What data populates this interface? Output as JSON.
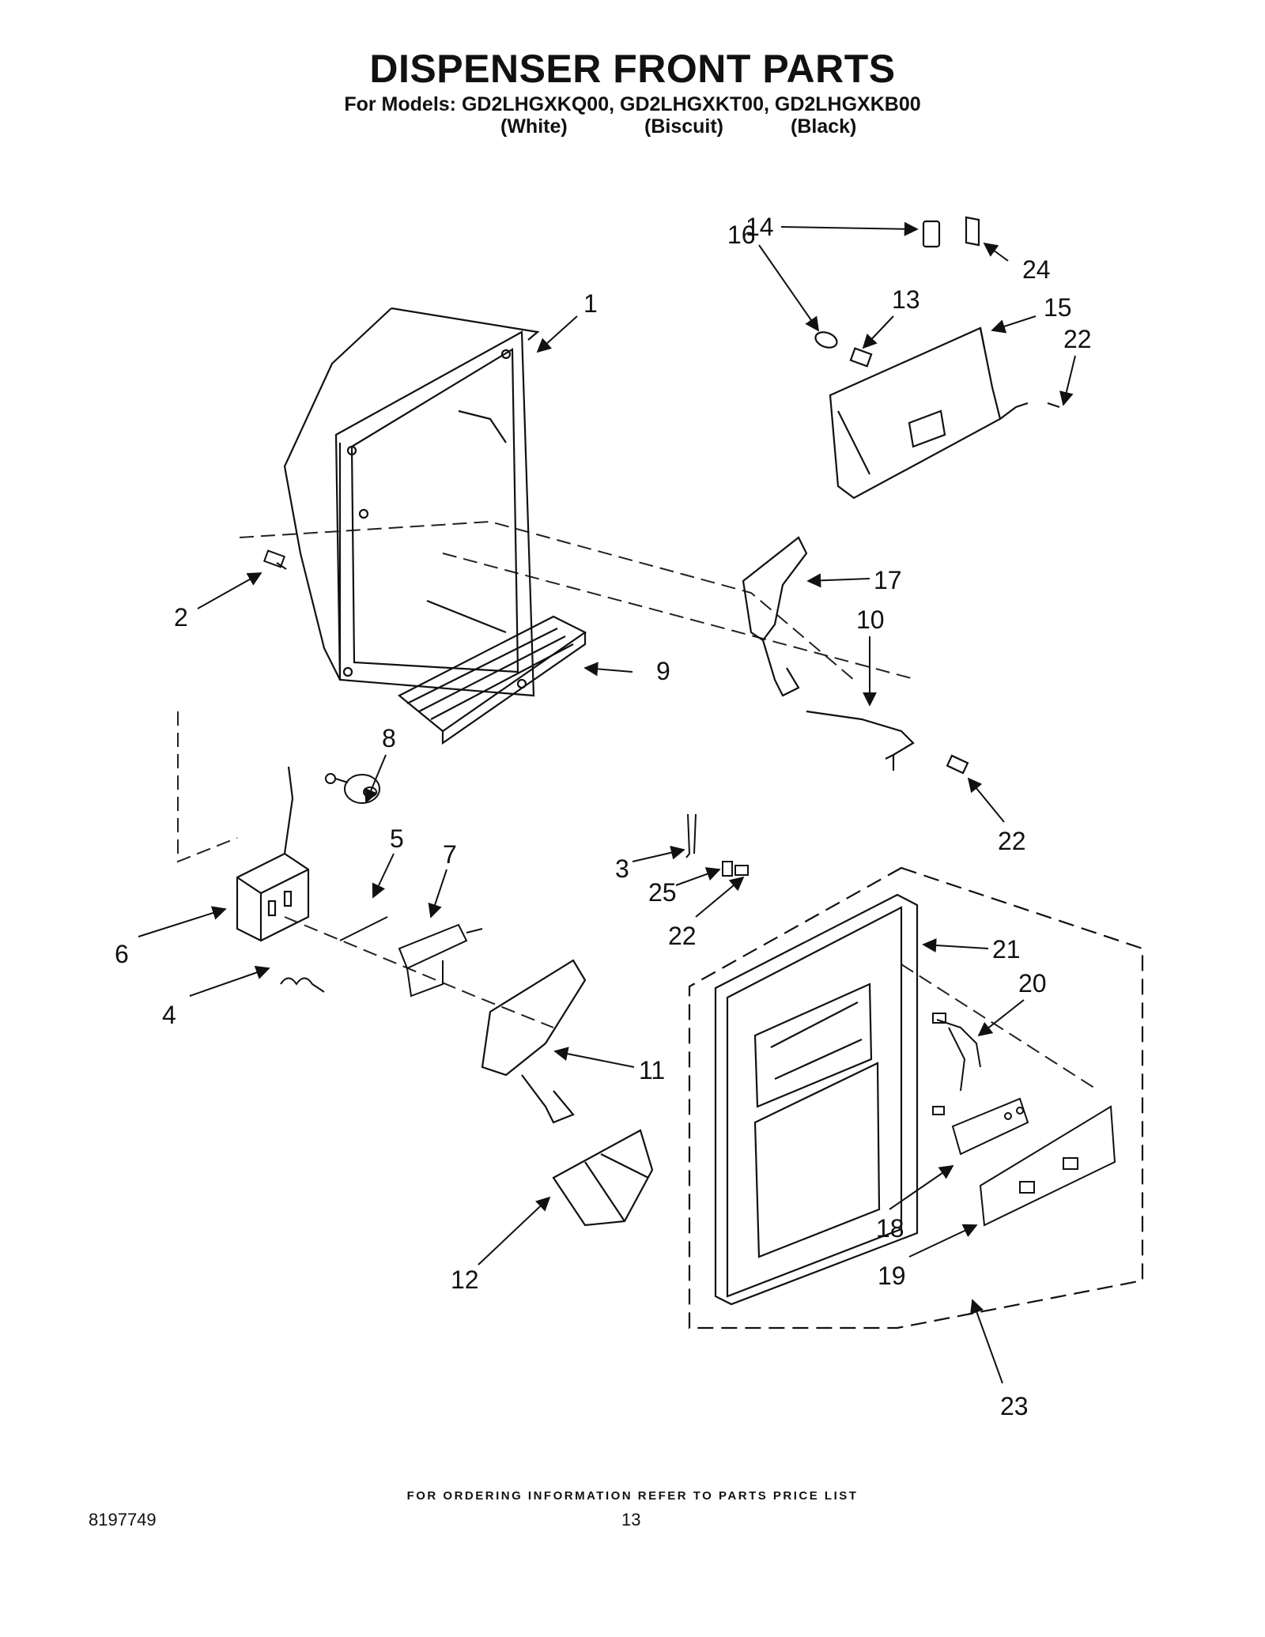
{
  "header": {
    "title": "DISPENSER FRONT PARTS",
    "models_line": "For Models: GD2LHGXKQ00, GD2LHGXKT00, GD2LHGXKB00",
    "colors": [
      "(White)",
      "(Biscuit)",
      "(Black)"
    ]
  },
  "callouts": {
    "c1": "1",
    "c2": "2",
    "c3": "3",
    "c4": "4",
    "c5": "5",
    "c6": "6",
    "c7": "7",
    "c8": "8",
    "c9": "9",
    "c10": "10",
    "c11": "11",
    "c12": "12",
    "c13": "13",
    "c14": "14",
    "c15": "15",
    "c16": "16",
    "c17": "17",
    "c18": "18",
    "c19": "19",
    "c20": "20",
    "c21": "21",
    "c22a": "22",
    "c22b": "22",
    "c22c": "22",
    "c23": "23",
    "c24": "24",
    "c25": "25"
  },
  "footer": {
    "ordering_note": "FOR ORDERING INFORMATION REFER TO PARTS PRICE LIST",
    "doc_number": "8197749",
    "page_number": "13"
  }
}
